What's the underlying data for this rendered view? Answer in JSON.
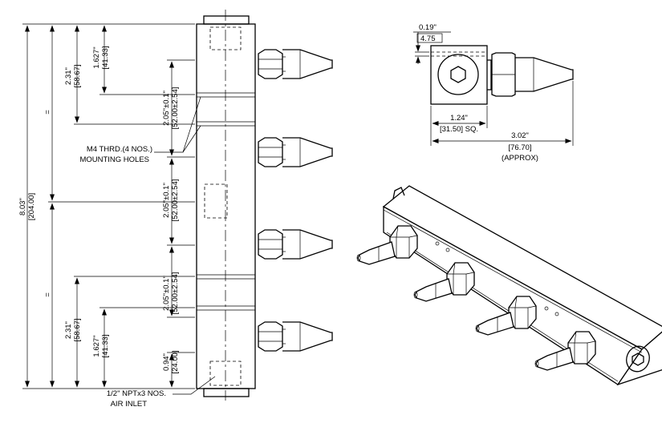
{
  "front_view": {
    "overall_height": "8.03\"",
    "overall_height_mm": "[204.00]",
    "equal_mark": "=",
    "outer_pitch": "2.31\"",
    "outer_pitch_mm": "[58.67]",
    "inner_pitch": "1.627\"",
    "inner_pitch_mm": "[41.33]",
    "spacing_tol": "2.05\"±0.1\"",
    "spacing_tol_mm": "[52.00±2.54]",
    "end_offset": "0.94\"",
    "end_offset_mm": "[24.00]",
    "mount_note_line1": "M4 THRD.(4 NOS.)",
    "mount_note_line2": "MOUNTING HOLES",
    "inlet_note_line1": "1/2\" NPTx3 NOS.",
    "inlet_note_line2": "AIR INLET"
  },
  "side_view": {
    "hole_dim": "0.19\"",
    "hole_dim_mm": "4.75",
    "width": "1.24\"",
    "width_mm": "[31.50] SQ.",
    "length": "3.02\"",
    "length_mm": "[76.70]",
    "length_note": "(APPROX)"
  }
}
